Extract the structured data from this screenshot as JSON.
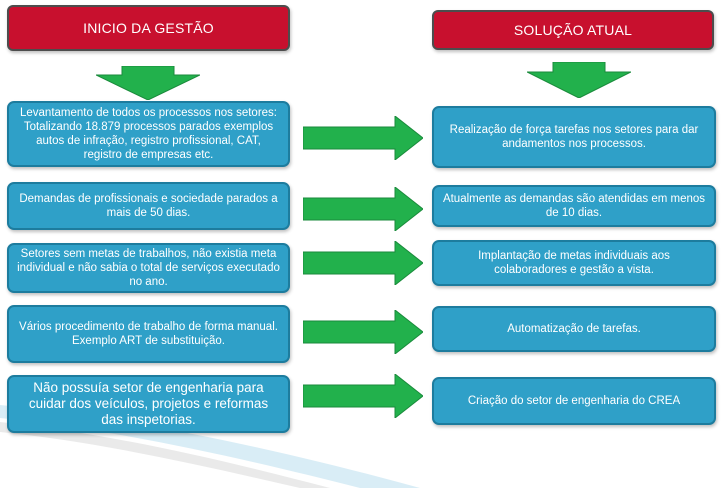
{
  "header_left": "INICIO  DA GESTÃO",
  "header_right": "SOLUÇÃO  ATUAL",
  "rows": [
    {
      "problem": "Levantamento de todos os  processos nos setores: Totalizando 18.879 processos parados exemplos autos de infração, registro profissional, CAT, registro de empresas etc.",
      "solution": "Realização de força tarefas nos setores para dar andamentos nos processos."
    },
    {
      "problem": "Demandas de profissionais e sociedade parados a mais de 50 dias.",
      "solution": "Atualmente as demandas são atendidas em menos de 10 dias."
    },
    {
      "problem": "Setores sem metas de trabalhos, não existia meta individual e não sabia o total de serviços executado no ano.",
      "solution": "Implantação de metas individuais aos colaboradores e gestão a vista."
    },
    {
      "problem": "Vários procedimento de trabalho de forma manual. Exemplo ART  de substituição.",
      "solution": "Automatização  de tarefas."
    },
    {
      "problem": "Não possuía setor de engenharia para cuidar dos veículos, projetos e reformas das inspetorias.",
      "solution": "Criação do setor de engenharia do CREA"
    }
  ],
  "colors": {
    "header": "#c8102e",
    "box": "#2fa0c8",
    "box_border": "#1d7c9e",
    "arrow": "#22b14c"
  }
}
